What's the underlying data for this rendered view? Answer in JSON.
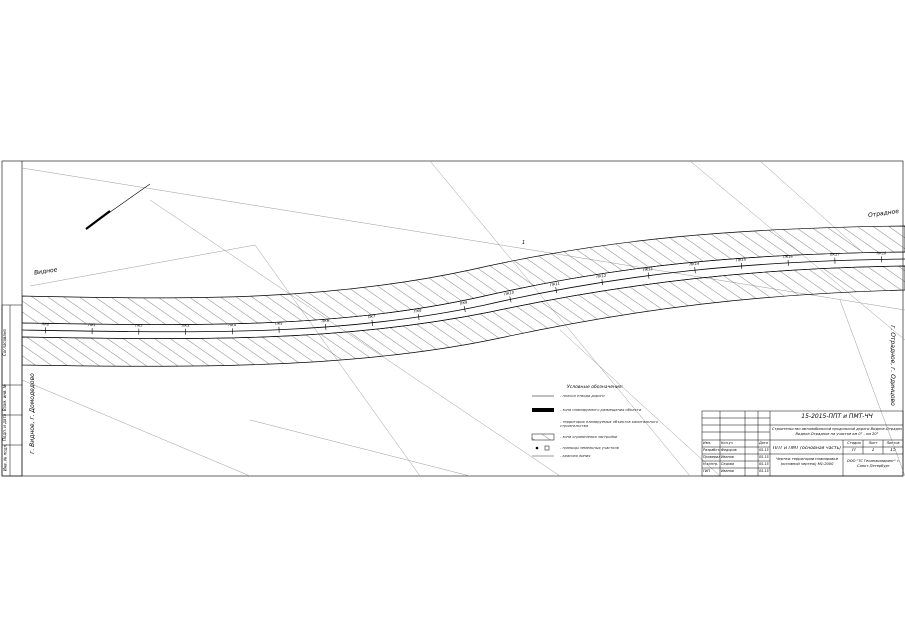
{
  "drawing": {
    "doc_code": "15-2015-ППТ и ПМТ-ЧЧ",
    "project_title": "Строительство автомобильной продольной дороги Видное-Отрадное на участке км 0 - км 20",
    "subtitle_line2": "Видное-Отрадное на участке км 0° - км 20°",
    "part_title": "ППТ и ПМТ (основная часть)",
    "sheet_title": "Чертеж территории планировки (основной чертеж) М1:2000",
    "company": "ООО \"ТС Геоинжиниринг\" г. Санкт-Петербург",
    "stage_header": "Стадия",
    "sheet_header": "Лист",
    "sheets_header": "Листов",
    "stage_value": "П",
    "sheet_value": "1",
    "sheets_value": "15",
    "signature_rows": [
      {
        "role": "Изм.",
        "name": "Кол.уч",
        "date": "Дата"
      },
      {
        "role": "Разработал",
        "name": "Федоров",
        "date": "05.15"
      },
      {
        "role": "Проверил",
        "name": "Иванов",
        "date": "05.15"
      },
      {
        "role": "Н.контр.",
        "name": "Седова",
        "date": "05.15"
      },
      {
        "role": "ГИП",
        "name": "Иванов",
        "date": "05.15"
      }
    ],
    "side_stamp_labels": [
      "Инв. № подл.",
      "Подп. и дата",
      "Взам. инв. №",
      "Согласовано"
    ]
  },
  "labels": {
    "left_direction": "Видное",
    "right_direction": "Отрадное",
    "left_vertical": "г. Видное, г. Домодедово",
    "right_vertical": "г. Отрадное, г. Одинцово",
    "point_label": "1"
  },
  "legend": {
    "title": "Условные обозначения:",
    "items": [
      {
        "symbol": "line",
        "text": "- полоса отвода дороги"
      },
      {
        "symbol": "thick",
        "text": "- зона планируемого размещения объекта"
      },
      {
        "symbol": "text",
        "text": "- территория планируемых объектов капитального строительства"
      },
      {
        "symbol": "hatch",
        "text": "- зона ограничения застройки"
      },
      {
        "symbol": "point",
        "text": "- границы земельных участков"
      },
      {
        "symbol": "thin",
        "text": "- красная линия"
      }
    ]
  },
  "pickets": [
    "ПК0",
    "ПК1",
    "ПК2",
    "ПК3",
    "ПК4",
    "ПК5",
    "ПК6",
    "ПК7",
    "ПК8",
    "ПК9",
    "ПК10",
    "ПК11",
    "ПК12",
    "ПК13",
    "ПК14",
    "ПК15",
    "ПК16",
    "ПК17",
    "ПК18"
  ],
  "colors": {
    "line": "#000000",
    "hatch": "#333333",
    "thin": "#9a9a9a"
  }
}
